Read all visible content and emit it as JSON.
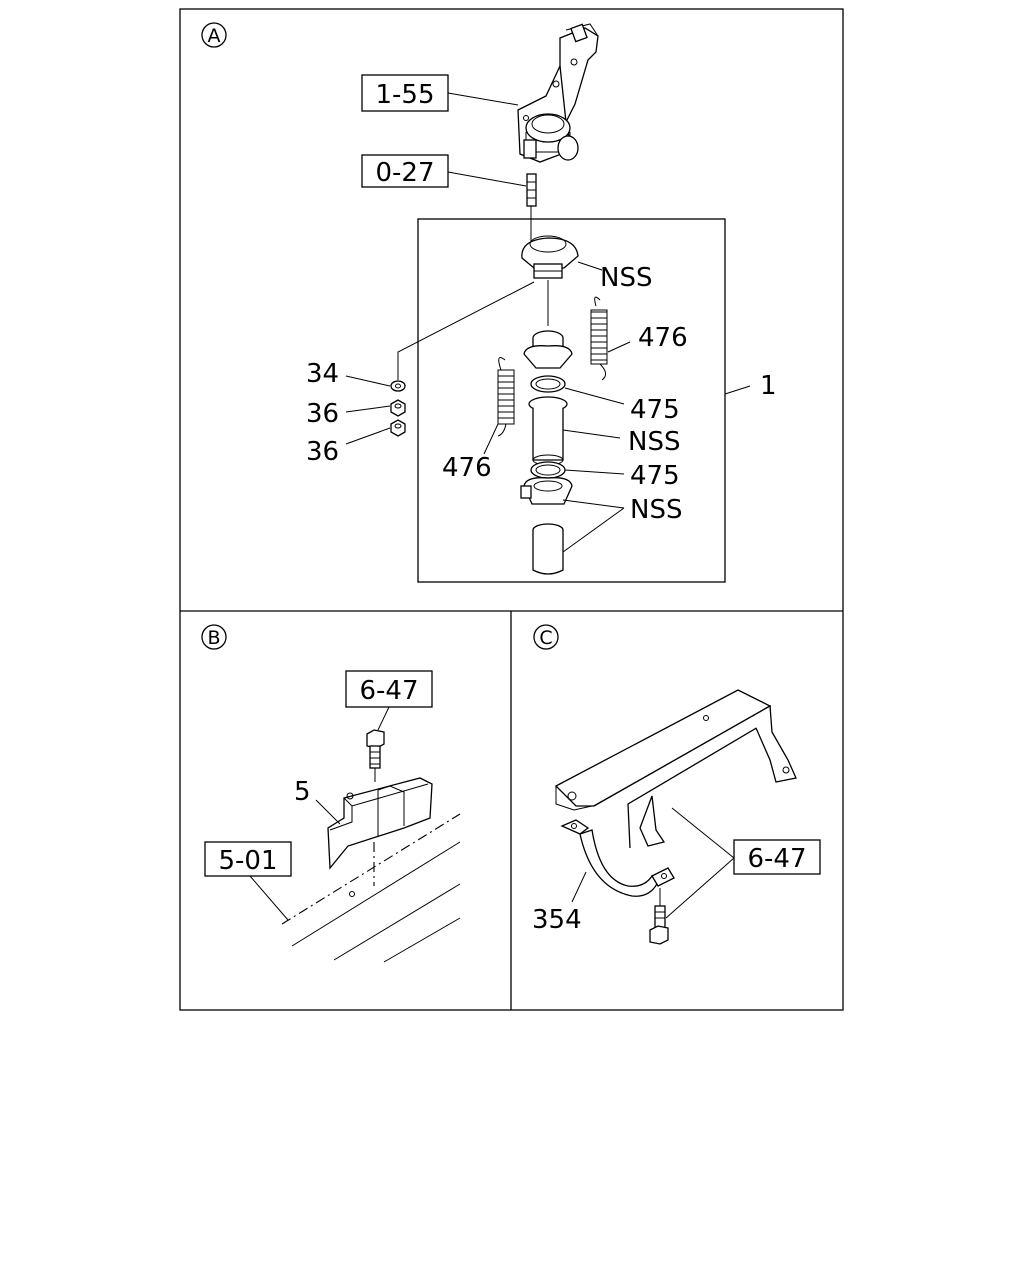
{
  "sections": {
    "a": {
      "marker": "A"
    },
    "b": {
      "marker": "B"
    },
    "c": {
      "marker": "C"
    }
  },
  "ref_boxes": {
    "a_top": "1-55",
    "a_pin": "0-27",
    "b_bolt": "6-47",
    "b_frame": "5-01",
    "c_bolt": "6-47"
  },
  "callouts": {
    "a_nss_top": "NSS",
    "a_476_right": "476",
    "a_assembly": "1",
    "a_475_upper": "475",
    "a_nss_mid": "NSS",
    "a_475_lower": "475",
    "a_nss_bottom": "NSS",
    "a_476_left": "476",
    "a_34": "34",
    "a_36_upper": "36",
    "a_36_lower": "36",
    "b_5": "5",
    "c_354": "354"
  }
}
